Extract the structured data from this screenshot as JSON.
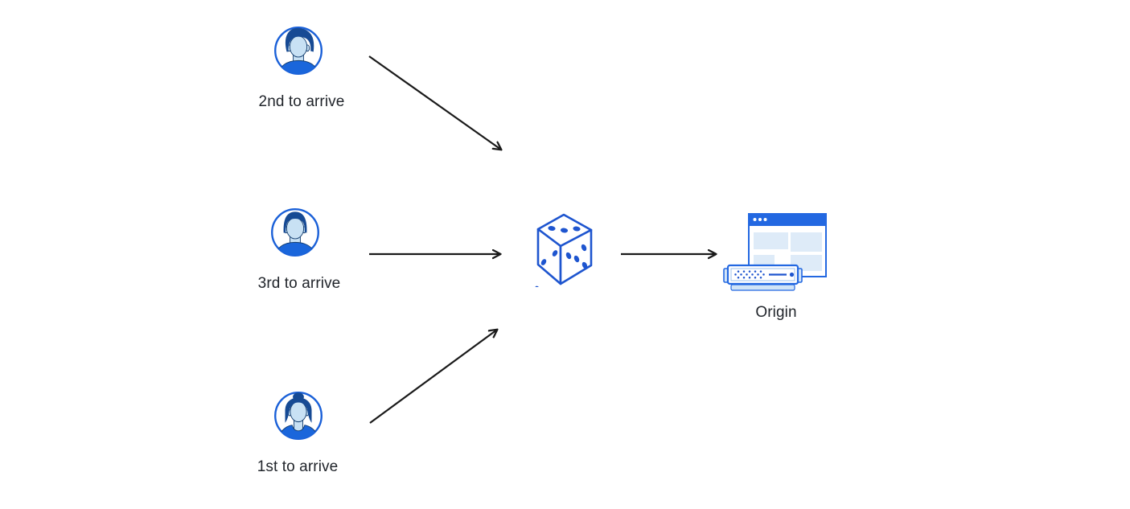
{
  "diagram": {
    "nodes": {
      "user_second": {
        "label": "2nd to arrive",
        "icon": "user-avatar-male-swept-hair-icon"
      },
      "user_third": {
        "label": "3rd to arrive",
        "icon": "user-avatar-male-flat-hair-icon"
      },
      "user_first": {
        "label": "1st to arrive",
        "icon": "user-avatar-female-bun-icon"
      },
      "randomizer": {
        "icon": "dice-icon"
      },
      "origin": {
        "label": "Origin",
        "icon": "origin-server-browser-icon"
      }
    },
    "edges": [
      {
        "from": "user_second",
        "to": "randomizer"
      },
      {
        "from": "user_third",
        "to": "randomizer"
      },
      {
        "from": "user_first",
        "to": "randomizer"
      },
      {
        "from": "randomizer",
        "to": "origin"
      }
    ],
    "colors": {
      "accent_blue": "#1A60D8",
      "hair_navy": "#164A94",
      "shirt_blue": "#1A66DB",
      "face_light_blue": "#C8E1F4",
      "outline_navy": "#123C6E",
      "dice_blue": "#1E55CF",
      "window_blue": "#2368E1",
      "panel_light_blue": "#DEEBF8",
      "server_base_blue": "#CFE3F7",
      "arrow_black": "#1A1A1A",
      "text_color": "#21252B",
      "background": "#FFFFFF"
    }
  }
}
